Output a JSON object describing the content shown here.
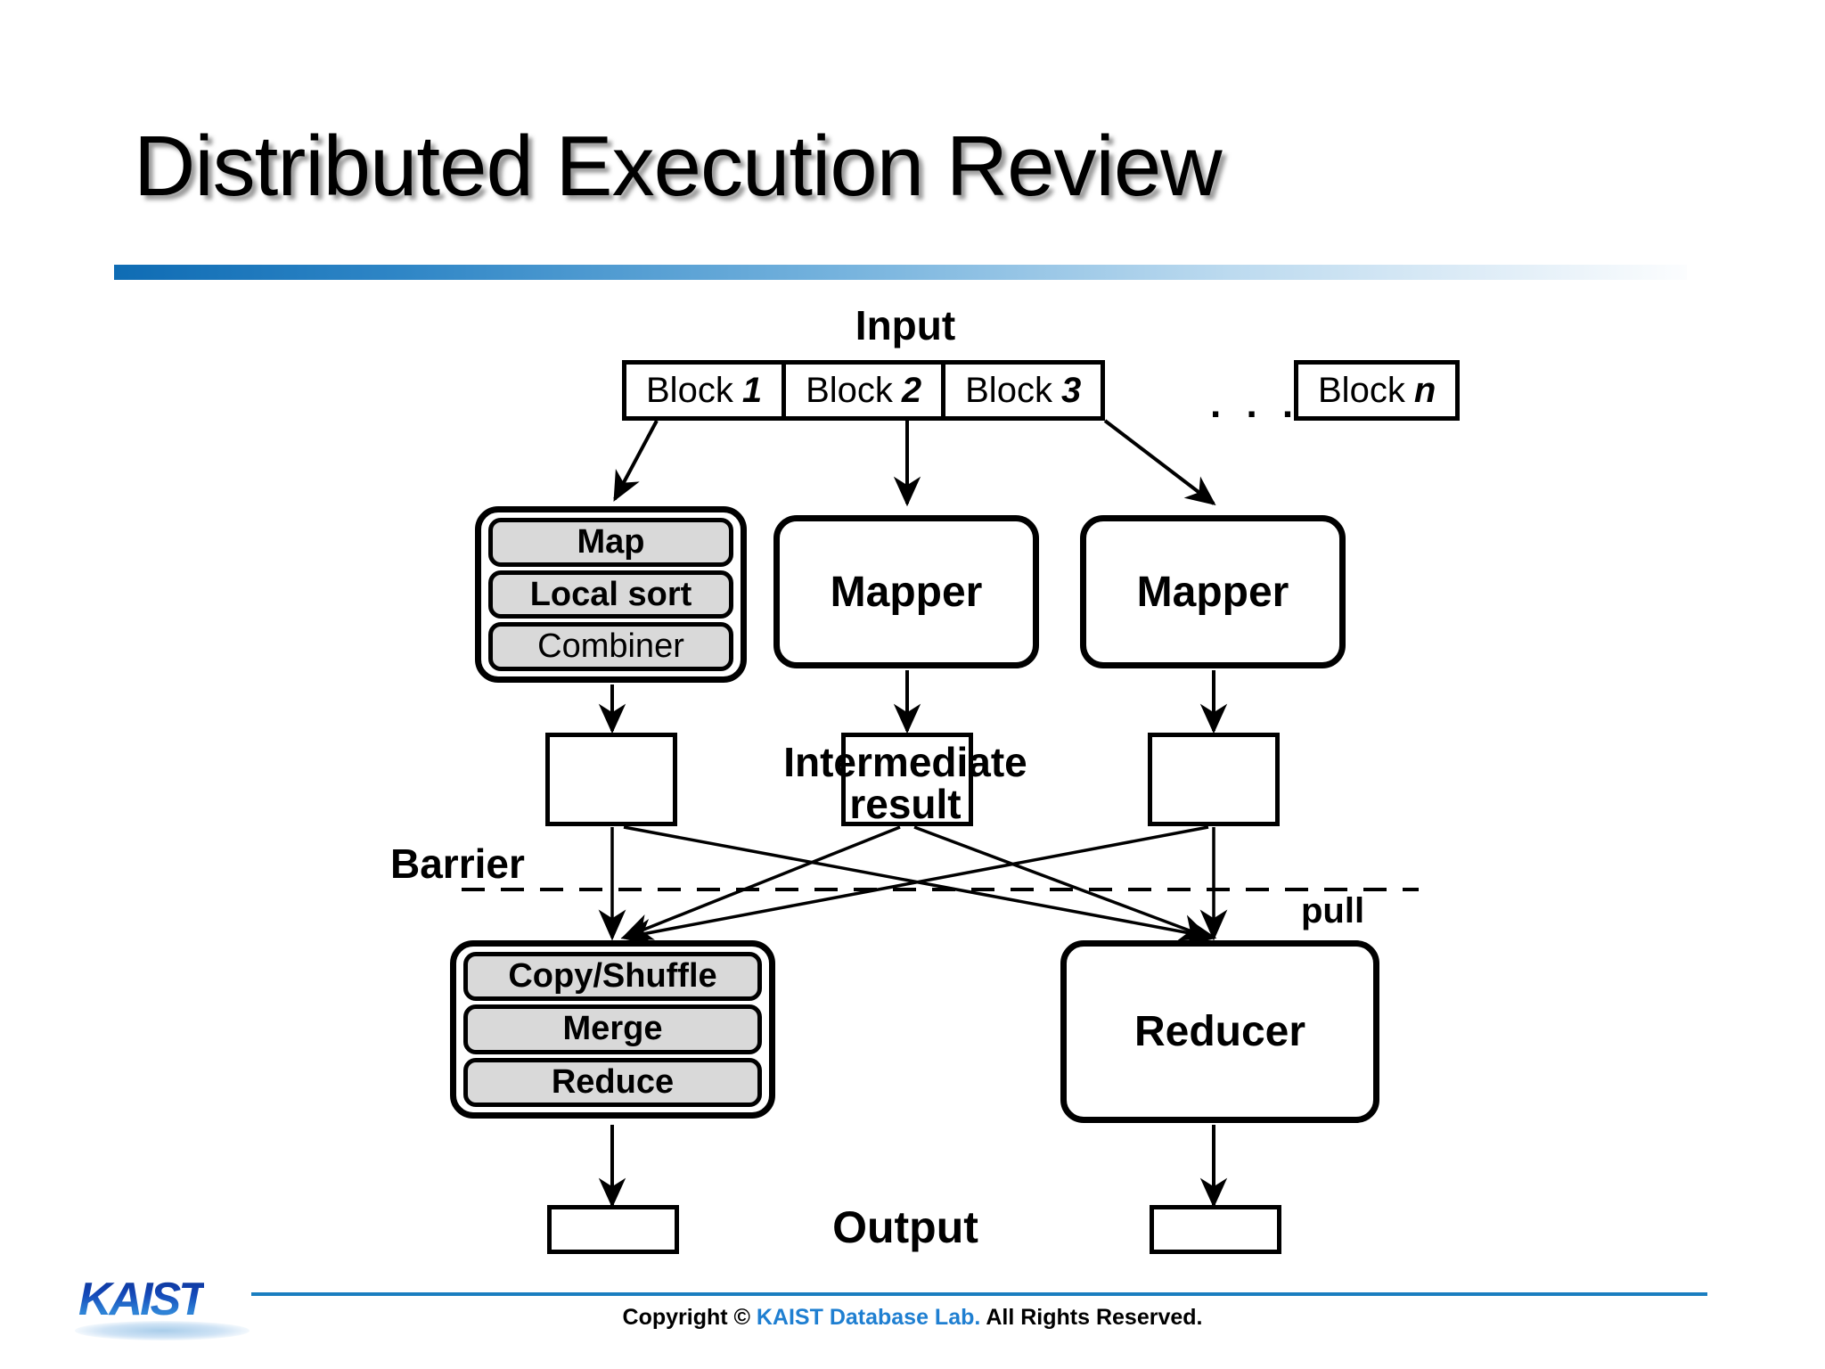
{
  "slide": {
    "title": "Distributed Execution Review",
    "background_color": "#ffffff",
    "accent_color": "#1a7ec0"
  },
  "diagram": {
    "input_label": "Input",
    "output_label": "Output",
    "barrier_label": "Barrier",
    "pull_label": "pull",
    "intermediate_label_line1": "Intermediate",
    "intermediate_label_line2": "result",
    "ellipsis": ". . .",
    "blocks": [
      {
        "name": "Block",
        "index": "1"
      },
      {
        "name": "Block",
        "index": "2"
      },
      {
        "name": "Block",
        "index": "3"
      }
    ],
    "block_n": {
      "name": "Block",
      "index": "n"
    },
    "mapper_expanded": {
      "stages": [
        "Map",
        "Local sort",
        "Combiner"
      ]
    },
    "mappers": [
      "Mapper",
      "Mapper"
    ],
    "reducer_expanded": {
      "stages": [
        "Copy/Shuffle",
        "Merge",
        "Reduce"
      ]
    },
    "reducers": [
      "Reducer"
    ],
    "stage_fill_color": "#d9d9d9"
  },
  "footer": {
    "copyright_prefix": "Copyright © ",
    "lab_name": "KAIST Database Lab.",
    "copyright_suffix": " All Rights Reserved.",
    "logo_text": "KAIST",
    "lab_color": "#1f7fd1"
  }
}
